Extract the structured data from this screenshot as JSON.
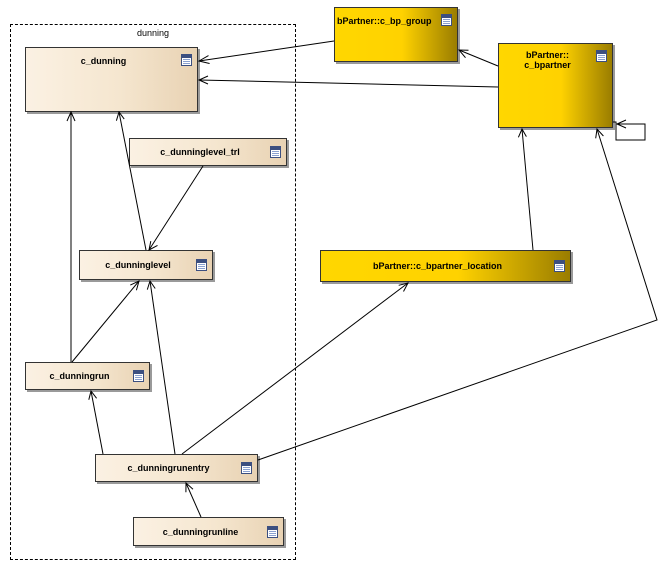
{
  "package": {
    "label": "dunning"
  },
  "classes": {
    "c_dunning": {
      "label": "c_dunning",
      "icon": "class-icon"
    },
    "c_dunninglevel_trl": {
      "label": "c_dunninglevel_trl",
      "icon": "class-icon"
    },
    "c_dunninglevel": {
      "label": "c_dunninglevel",
      "icon": "class-icon"
    },
    "c_dunningrun": {
      "label": "c_dunningrun",
      "icon": "class-icon"
    },
    "c_dunningrunentry": {
      "label": "c_dunningrunentry",
      "icon": "class-icon"
    },
    "c_dunningrunline": {
      "label": "c_dunningrunline",
      "icon": "class-icon"
    },
    "c_bp_group": {
      "label": "bPartner::c_bp_group",
      "icon": "class-icon"
    },
    "c_bpartner": {
      "label_line1": "bPartner::",
      "label_line2": "c_bpartner",
      "icon": "class-icon"
    },
    "c_bpartner_location": {
      "label": "bPartner::c_bpartner_location",
      "icon": "class-icon"
    }
  },
  "colors": {
    "local_fill": "#f5e6cf",
    "external_fill": "#ffd700",
    "line": "#000000"
  }
}
